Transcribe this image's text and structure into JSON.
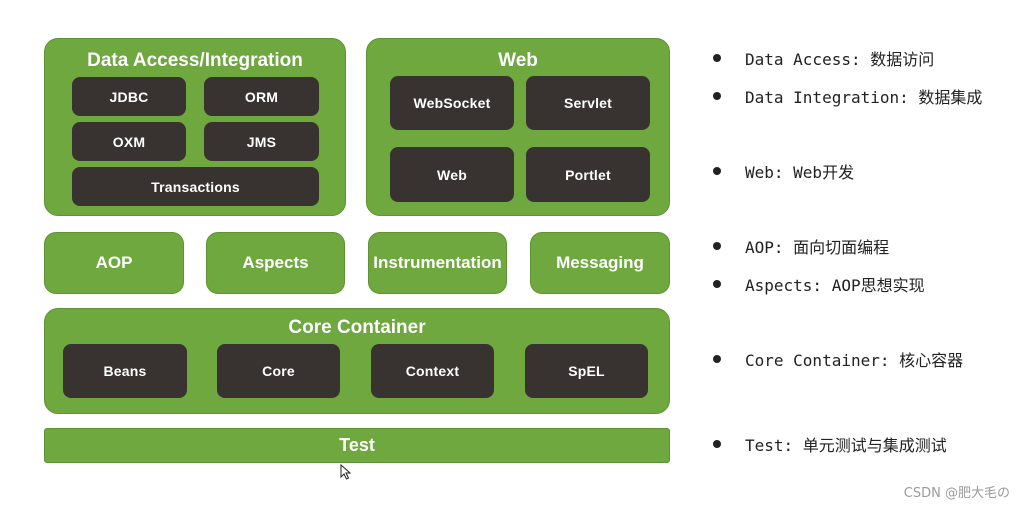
{
  "diagram": {
    "data_access": {
      "title": "Data Access/Integration",
      "items": [
        "JDBC",
        "ORM",
        "OXM",
        "JMS",
        "Transactions"
      ]
    },
    "web": {
      "title": "Web",
      "items": [
        "WebSocket",
        "Servlet",
        "Web",
        "Portlet"
      ]
    },
    "middle_row": [
      "AOP",
      "Aspects",
      "Instrumentation",
      "Messaging"
    ],
    "core_container": {
      "title": "Core Container",
      "items": [
        "Beans",
        "Core",
        "Context",
        "SpEL"
      ]
    },
    "test": {
      "title": "Test"
    }
  },
  "bullets": [
    "Data Access: 数据访问",
    "Data Integration: 数据集成",
    "Web: Web开发",
    "AOP: 面向切面编程",
    "Aspects: AOP思想实现",
    "Core Container: 核心容器",
    "Test: 单元测试与集成测试"
  ],
  "watermark": "CSDN @肥大毛の",
  "colors": {
    "green": "#6fa83f",
    "dark": "#383331",
    "text": "#222222"
  },
  "icons": {
    "cursor": "mouse-pointer-icon",
    "bullet": "bullet-dot-icon"
  }
}
